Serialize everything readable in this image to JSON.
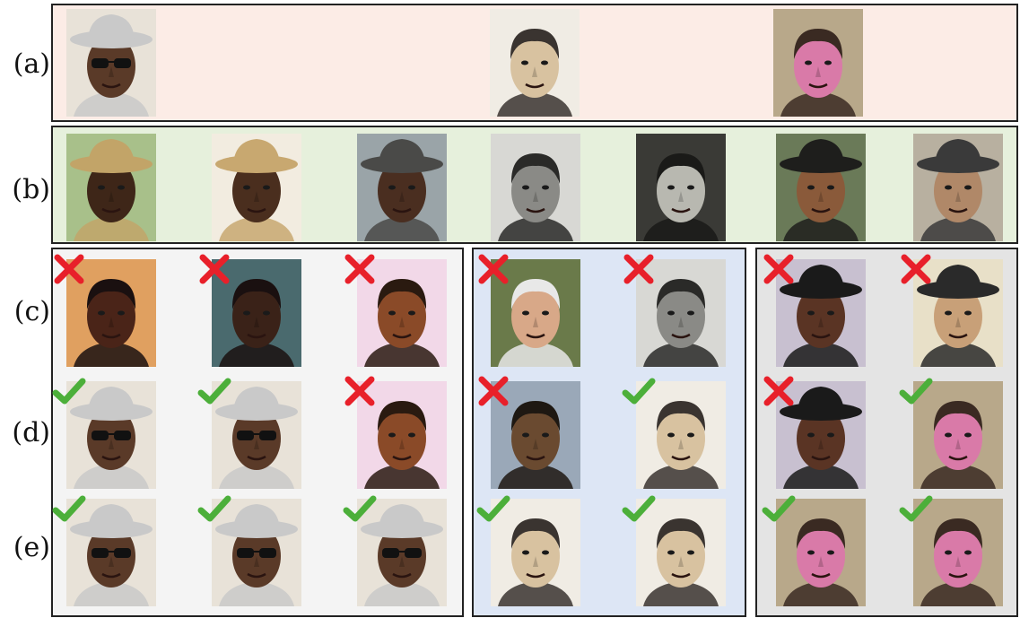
{
  "labels": {
    "a": "(a)",
    "b": "(b)",
    "c": "(c)",
    "d": "(d)",
    "e": "(e)"
  },
  "colors": {
    "panel_a": "#fcece6",
    "panel_b": "#e6f0dc",
    "panel_c1": "#f4f4f4",
    "panel_c2": "#dde6f5",
    "panel_c3": "#e4e4e4",
    "cross": "#e8202a",
    "check": "#4caf3a"
  },
  "row_a": [
    {
      "kind": "sunglasses"
    },
    {
      "kind": "drawing"
    },
    {
      "kind": "pink"
    }
  ],
  "row_b": [
    {
      "kind": "hat"
    },
    {
      "kind": "hat2"
    },
    {
      "kind": "hat3"
    },
    {
      "kind": "bw"
    },
    {
      "kind": "bw2"
    },
    {
      "kind": "asian"
    },
    {
      "kind": "asian2"
    }
  ],
  "grid": [
    {
      "kind": "dark",
      "mark": "cross"
    },
    {
      "kind": "dark2",
      "mark": "cross"
    },
    {
      "kind": "smile",
      "mark": "cross"
    },
    {
      "kind": "old",
      "mark": "cross"
    },
    {
      "kind": "bw",
      "mark": "cross"
    },
    {
      "kind": "cap",
      "mark": "cross"
    },
    {
      "kind": "oldasian",
      "mark": "cross"
    },
    {
      "kind": "sunglasses",
      "mark": "check"
    },
    {
      "kind": "sunglasses",
      "mark": "check"
    },
    {
      "kind": "smile",
      "mark": "cross"
    },
    {
      "kind": "beard",
      "mark": "cross"
    },
    {
      "kind": "drawing",
      "mark": "check"
    },
    {
      "kind": "cap",
      "mark": "cross"
    },
    {
      "kind": "pink",
      "mark": "check"
    },
    {
      "kind": "sunglasses",
      "mark": "check"
    },
    {
      "kind": "sunglasses",
      "mark": "check"
    },
    {
      "kind": "sunglasses",
      "mark": "check"
    },
    {
      "kind": "drawing",
      "mark": "check"
    },
    {
      "kind": "drawing",
      "mark": "check"
    },
    {
      "kind": "pink",
      "mark": "check"
    },
    {
      "kind": "pink",
      "mark": "check"
    }
  ]
}
